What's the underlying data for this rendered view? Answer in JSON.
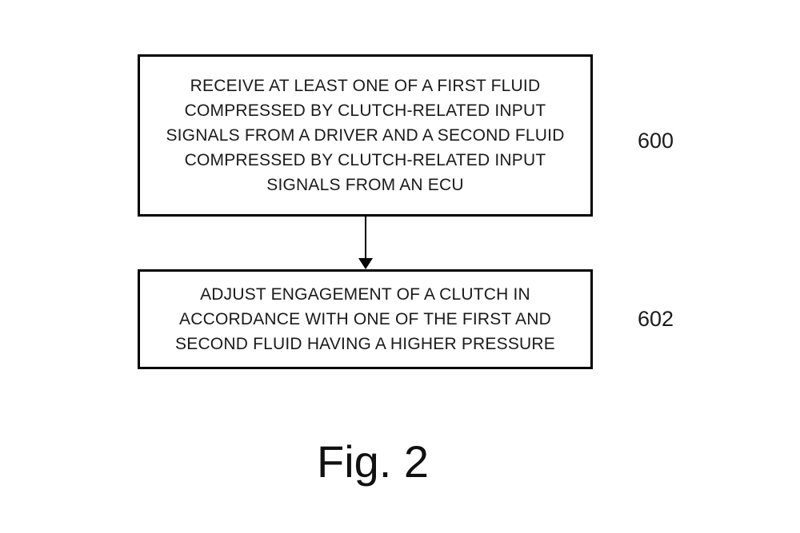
{
  "figure": {
    "caption": "Fig. 2"
  },
  "flowchart": {
    "steps": [
      {
        "label": "600",
        "text": "RECEIVE AT LEAST ONE OF A FIRST FLUID\nCOMPRESSED BY CLUTCH-RELATED INPUT\nSIGNALS FROM A DRIVER AND A SECOND FLUID\nCOMPRESSED BY CLUTCH-RELATED INPUT\nSIGNALS FROM AN ECU"
      },
      {
        "label": "602",
        "text": "ADJUST ENGAGEMENT OF A CLUTCH IN\nACCORDANCE WITH ONE OF THE FIRST AND\nSECOND FLUID HAVING A HIGHER PRESSURE"
      }
    ],
    "colors": {
      "line": "#000000",
      "background": "#ffffff"
    }
  }
}
